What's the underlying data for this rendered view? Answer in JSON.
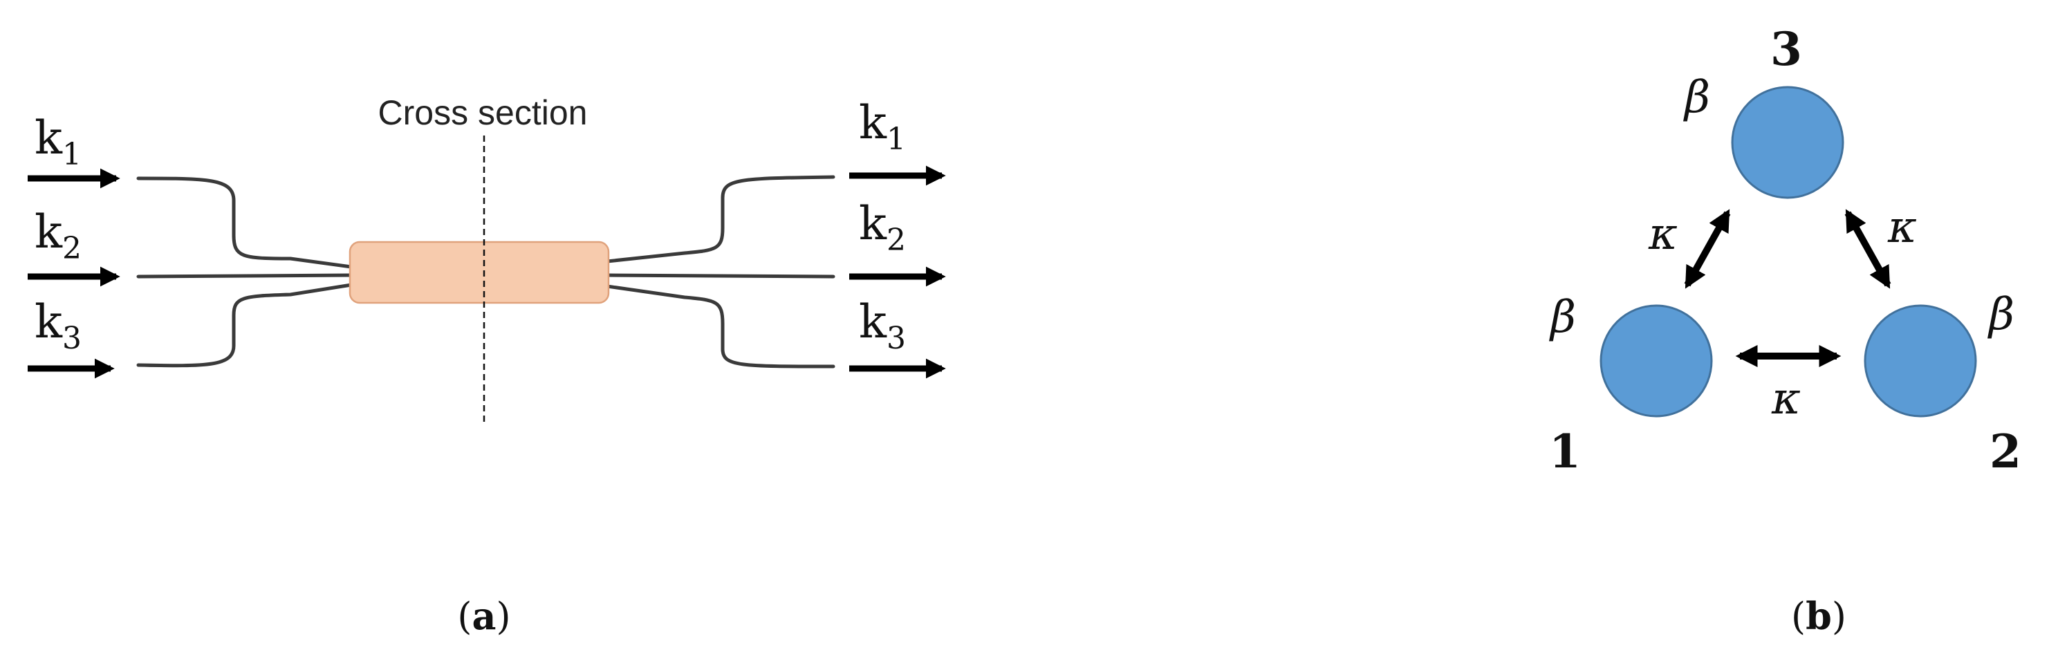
{
  "panel_a": {
    "cross_section_label": "Cross section",
    "input_labels": [
      {
        "base": "k",
        "sub": "1"
      },
      {
        "base": "k",
        "sub": "2"
      },
      {
        "base": "k",
        "sub": "3"
      }
    ],
    "output_labels": [
      {
        "base": "k",
        "sub": "1"
      },
      {
        "base": "k",
        "sub": "2"
      },
      {
        "base": "k",
        "sub": "3"
      }
    ],
    "caption": {
      "open": "(",
      "letter": "a",
      "close": ")"
    },
    "colors": {
      "coupler": "#f7cbad",
      "coupler_edge": "#e0a27c",
      "waveguide": "#3a3a3a",
      "arrow": "#000000"
    }
  },
  "panel_b": {
    "node_labels": [
      "1",
      "2",
      "3"
    ],
    "beta_symbol": "β",
    "kappa_symbol": "κ",
    "caption": {
      "open": "(",
      "letter": "b",
      "close": ")"
    },
    "colors": {
      "node_fill": "#5b9bd5",
      "node_edge": "#41719c",
      "arrow": "#000000"
    }
  }
}
